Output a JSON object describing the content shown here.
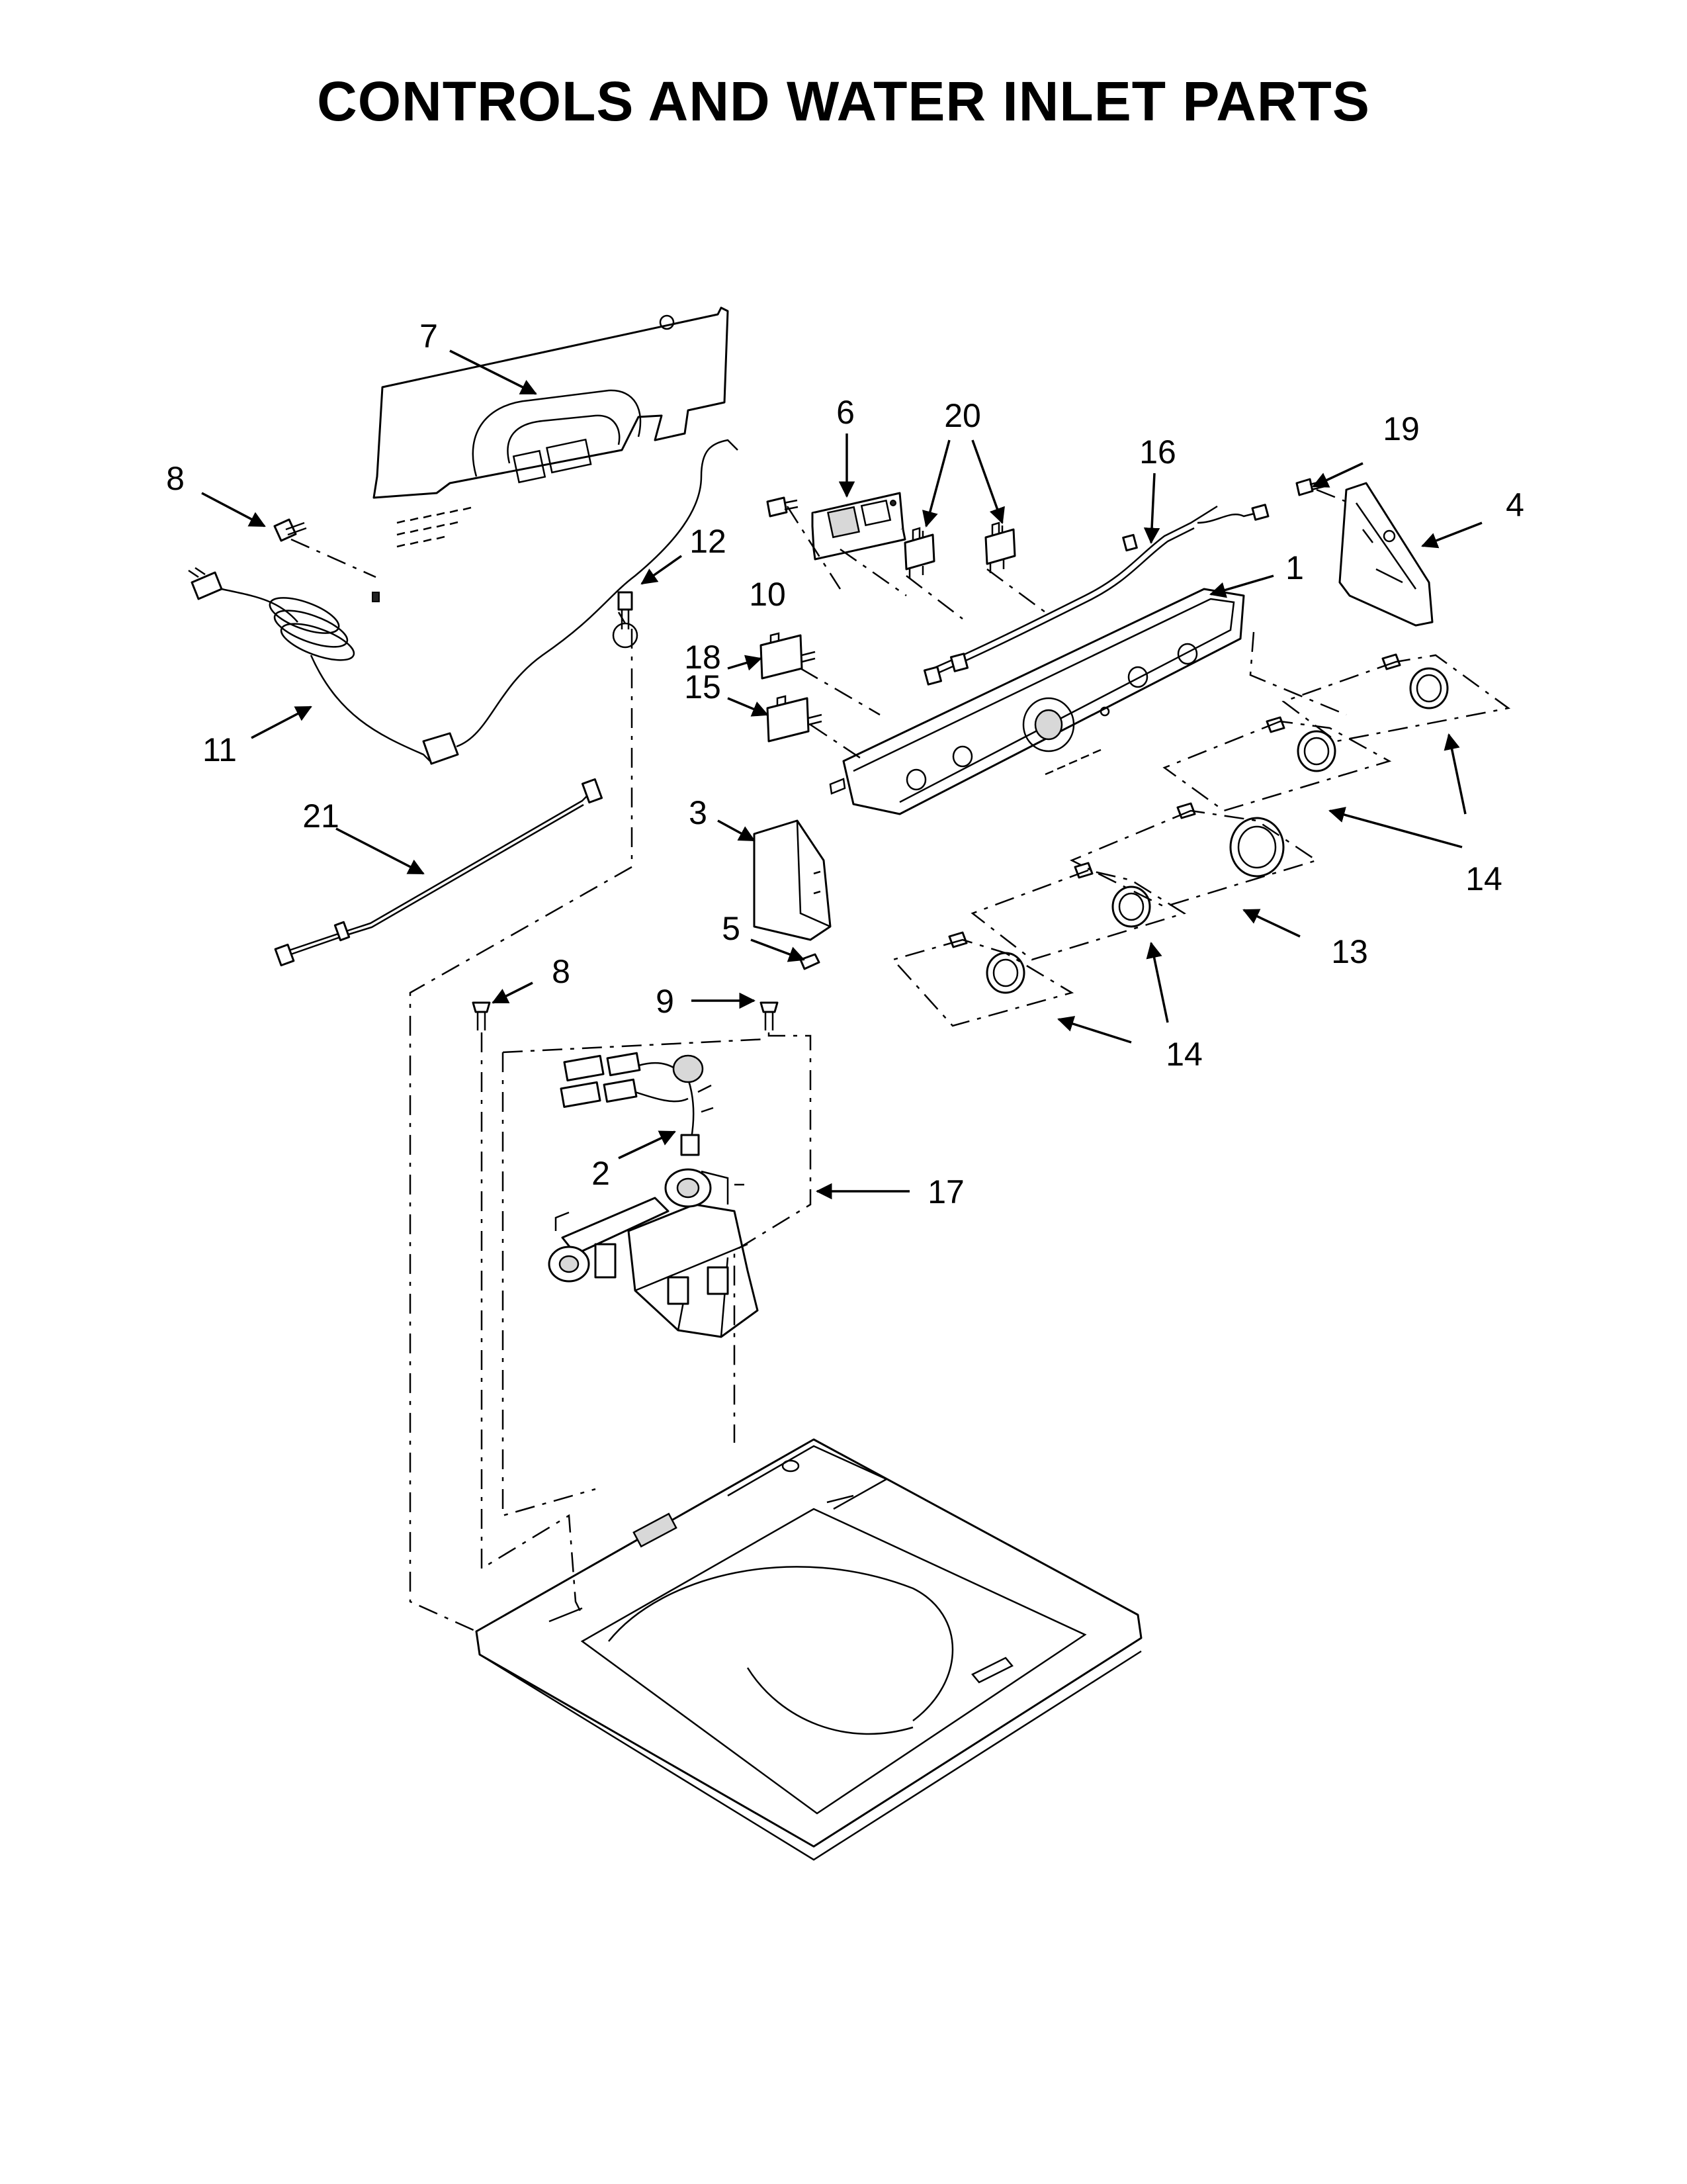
{
  "title": "CONTROLS AND WATER INLET PARTS",
  "callouts": {
    "c1": "1",
    "c2": "2",
    "c3": "3",
    "c4": "4",
    "c5": "5",
    "c6": "6",
    "c7": "7",
    "c8a": "8",
    "c8b": "8",
    "c9": "9",
    "c10": "10",
    "c11": "11",
    "c12": "12",
    "c13": "13",
    "c14a": "14",
    "c14b": "14",
    "c15": "15",
    "c16": "16",
    "c17": "17",
    "c18": "18",
    "c19": "19",
    "c20": "20",
    "c21": "21"
  }
}
